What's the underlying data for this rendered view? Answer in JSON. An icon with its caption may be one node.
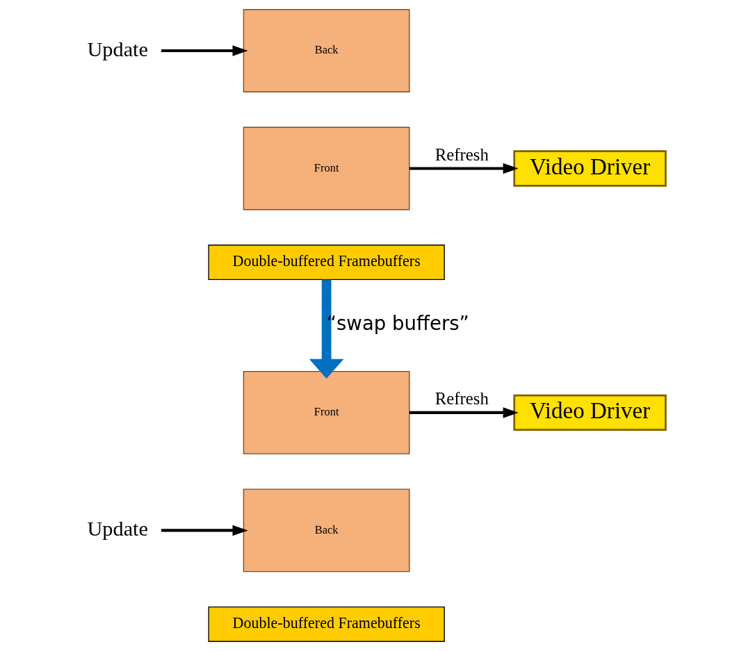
{
  "diagram": {
    "nodes": [
      {
        "text": [
          "Update"
        ]
      },
      {
        "text": [
          "Back"
        ]
      },
      {
        "text": [
          "Front"
        ]
      },
      {
        "text": [
          "Video Driver"
        ]
      },
      {
        "text": [
          "Double-buffered Framebuffers"
        ]
      },
      {
        "text": [
          "Update"
        ]
      },
      {
        "text": [
          "Front"
        ]
      },
      {
        "text": [
          "Back"
        ]
      },
      {
        "text": [
          "Video Driver"
        ]
      },
      {
        "text": [
          "Double-buffered Framebuffers"
        ]
      }
    ],
    "edges": [
      {
        "from": 0,
        "to": 1,
        "arrow": "to"
      },
      {
        "from": 2,
        "to": 3,
        "arrow": "to",
        "label": "Refresh"
      },
      {
        "from": 4,
        "to": 6,
        "arrow": "to",
        "label": "“swap buffers”",
        "style": "thick",
        "color": "#0070c0"
      },
      {
        "from": 6,
        "to": 8,
        "arrow": "to",
        "label": "Refresh"
      },
      {
        "from": 5,
        "to": 7,
        "arrow": "to"
      }
    ]
  }
}
